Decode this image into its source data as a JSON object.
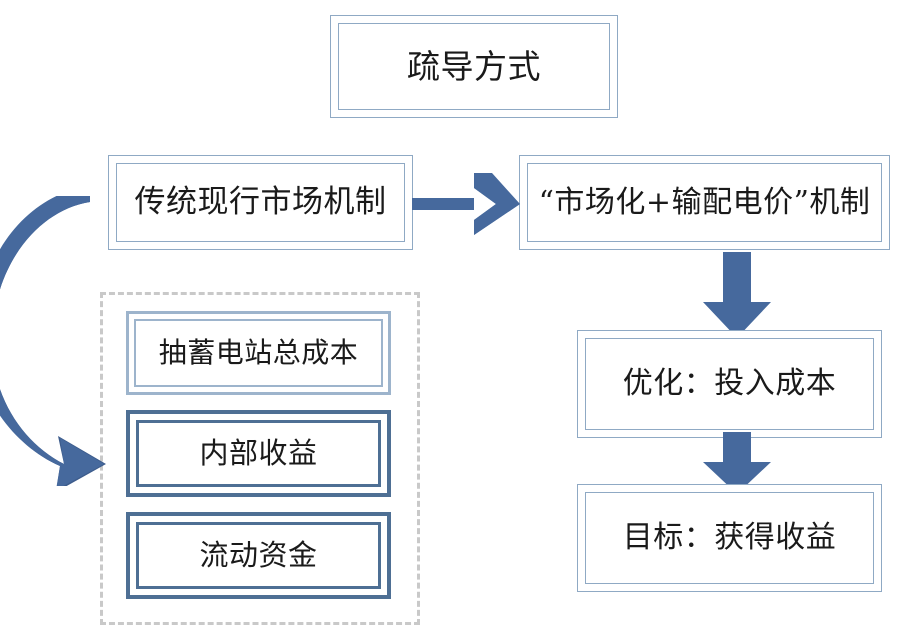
{
  "diagram": {
    "title_node": {
      "id": "title",
      "text": "疏导方式"
    },
    "nodes": [
      {
        "id": "traditional-market-mechanism",
        "text": "传统现行市场机制"
      },
      {
        "id": "marketization-transmission-price-mechanism",
        "text": "“市场化+输配电价”机制"
      },
      {
        "id": "pumped-storage-total-cost",
        "text": "抽蓄电站总成本"
      },
      {
        "id": "internal-revenue",
        "text": "内部收益"
      },
      {
        "id": "working-capital",
        "text": "流动资金"
      },
      {
        "id": "optimize-input-cost",
        "text": "优化：投入成本"
      },
      {
        "id": "goal-obtain-revenue",
        "text": "目标：获得收益"
      }
    ],
    "arrows": [
      {
        "id": "arrow-traditional-to-marketization",
        "kind": "chevron-right-arrow"
      },
      {
        "id": "arrow-marketization-to-optimize",
        "kind": "block-down-arrow"
      },
      {
        "id": "arrow-optimize-to-goal",
        "kind": "block-down-arrow"
      },
      {
        "id": "arrow-curved-feedback-to-cost-group",
        "kind": "curved-left-arrow"
      }
    ],
    "colors": {
      "arrow_fill": "#46699d",
      "arrow_fill_dark": "#3d5c8c",
      "frame_light": "#8fa9c4",
      "frame_medium": "#9db4cc",
      "frame_dark": "#4e6f94",
      "dashed_group": "#c9c9c9",
      "text": "#1a1a1a",
      "background": "#ffffff"
    }
  }
}
